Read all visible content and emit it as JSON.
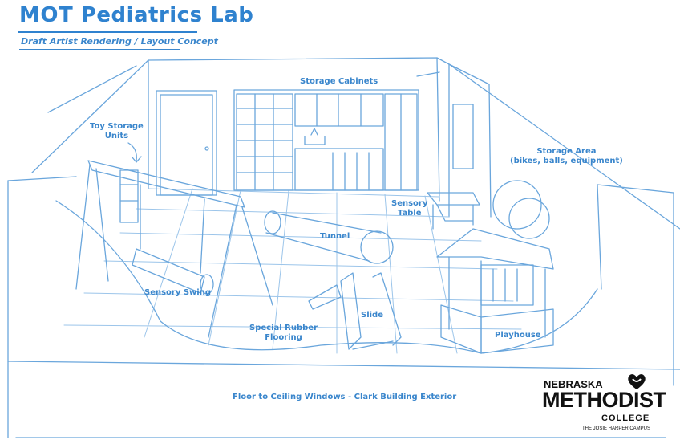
{
  "header": {
    "title": "MOT Pediatrics Lab",
    "subtitle": "Draft Artist Rendering / Layout Concept"
  },
  "labels": {
    "storage_cabinets": "Storage Cabinets",
    "toy_storage_line1": "Toy Storage",
    "toy_storage_line2": "Units",
    "storage_area_line1": "Storage Area",
    "storage_area_line2": "(bikes, balls, equipment)",
    "sensory_table_line1": "Sensory",
    "sensory_table_line2": "Table",
    "tunnel": "Tunnel",
    "sensory_swing": "Sensory Swing",
    "slide": "Slide",
    "rubber_flooring_line1": "Special Rubber",
    "rubber_flooring_line2": "Flooring",
    "playhouse": "Playhouse",
    "windows": "Floor to Ceiling Windows - Clark Building Exterior"
  },
  "logo": {
    "line1": "NEBRASKA",
    "line2": "METHODIST",
    "line3": "COLLEGE",
    "line4": "THE JOSIE HARPER CAMPUS"
  },
  "colors": {
    "sketch_line": "#5a9bd8",
    "label_text": "#3a86cc",
    "logo_text": "#111111"
  }
}
